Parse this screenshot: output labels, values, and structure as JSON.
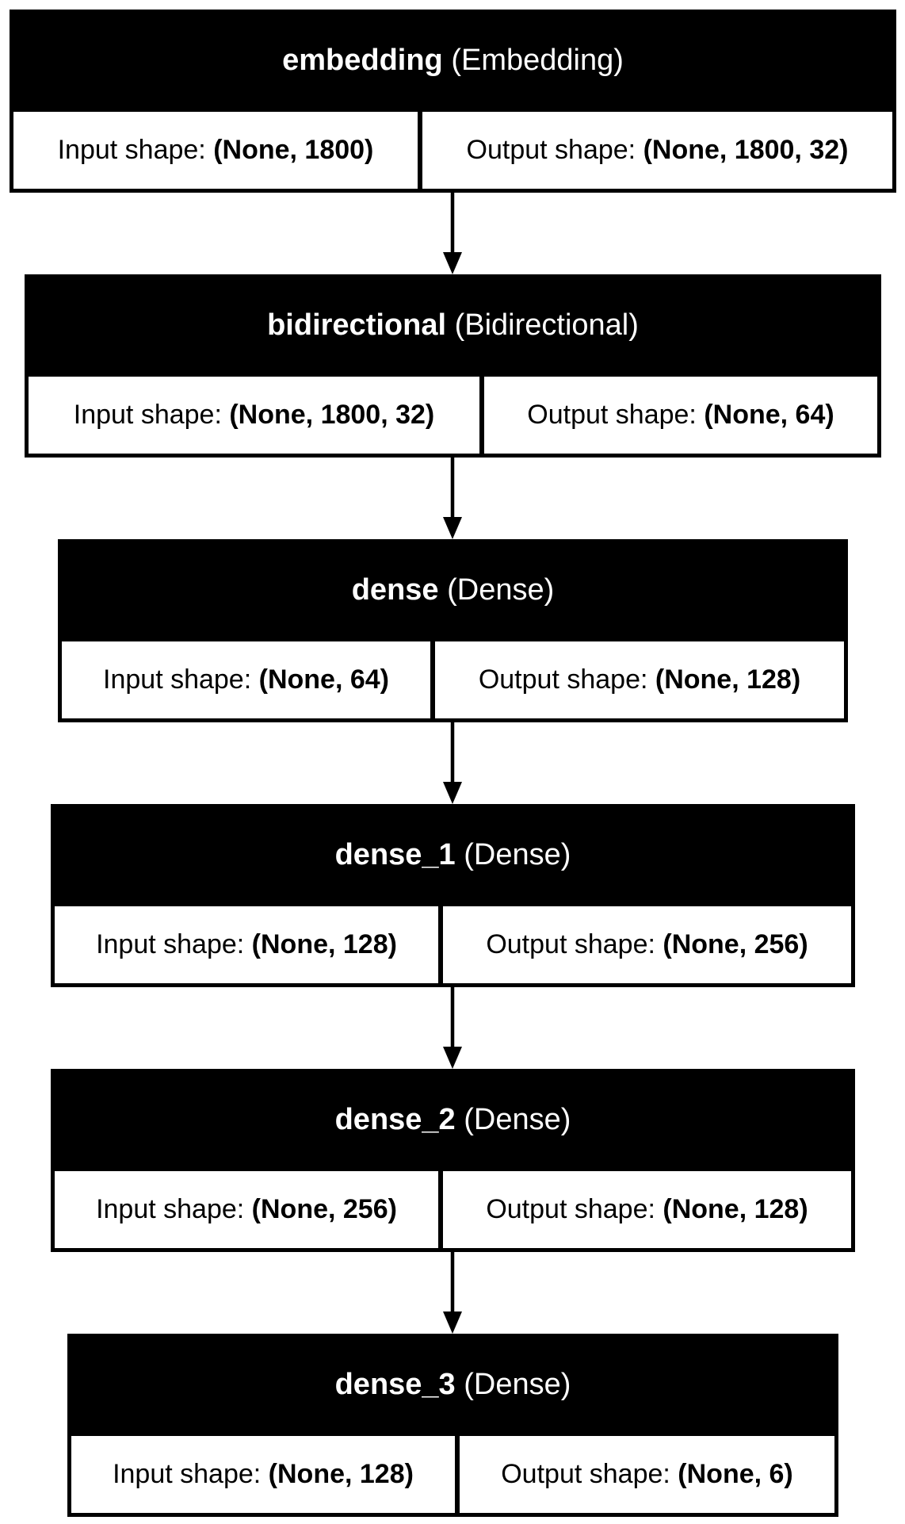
{
  "layers": [
    {
      "name": "embedding",
      "type": "(Embedding)",
      "input_label": "Input shape:",
      "input_shape": "(None, 1800)",
      "output_label": "Output shape:",
      "output_shape": "(None, 1800, 32)"
    },
    {
      "name": "bidirectional",
      "type": "(Bidirectional)",
      "input_label": "Input shape:",
      "input_shape": "(None, 1800, 32)",
      "output_label": "Output shape:",
      "output_shape": "(None, 64)"
    },
    {
      "name": "dense",
      "type": "(Dense)",
      "input_label": "Input shape:",
      "input_shape": "(None, 64)",
      "output_label": "Output shape:",
      "output_shape": "(None, 128)"
    },
    {
      "name": "dense_1",
      "type": "(Dense)",
      "input_label": "Input shape:",
      "input_shape": "(None, 128)",
      "output_label": "Output shape:",
      "output_shape": "(None, 256)"
    },
    {
      "name": "dense_2",
      "type": "(Dense)",
      "input_label": "Input shape:",
      "input_shape": "(None, 256)",
      "output_label": "Output shape:",
      "output_shape": "(None, 128)"
    },
    {
      "name": "dense_3",
      "type": "(Dense)",
      "input_label": "Input shape:",
      "input_shape": "(None, 128)",
      "output_label": "Output shape:",
      "output_shape": "(None, 6)"
    }
  ],
  "colors": {
    "header_background": "#000000",
    "header_text": "#ffffff",
    "cell_background": "#ffffff",
    "cell_text": "#000000",
    "edge": "#000000"
  }
}
